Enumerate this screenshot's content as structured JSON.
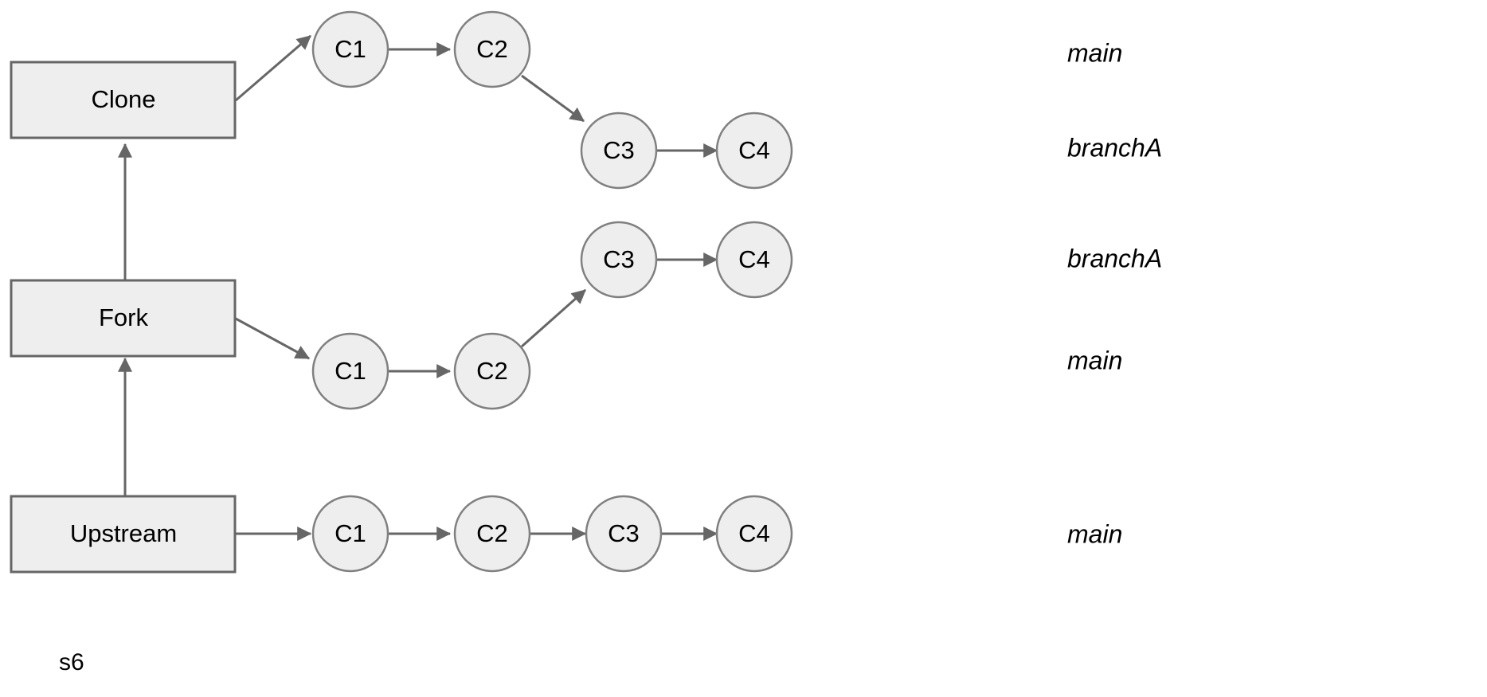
{
  "diagram": {
    "caption": "s6",
    "colors": {
      "node_fill": "#eeeeee",
      "node_stroke": "#666666",
      "circle_stroke": "#808080",
      "edge_stroke": "#666666",
      "text": "#000000",
      "background": "#ffffff"
    },
    "repos": [
      {
        "id": "clone",
        "label": "Clone"
      },
      {
        "id": "fork",
        "label": "Fork"
      },
      {
        "id": "upstream",
        "label": "Upstream"
      }
    ],
    "commits": {
      "clone_main": [
        {
          "id": "clone-c1",
          "label": "C1"
        },
        {
          "id": "clone-c2",
          "label": "C2"
        }
      ],
      "clone_branchA": [
        {
          "id": "clone-c3",
          "label": "C3"
        },
        {
          "id": "clone-c4",
          "label": "C4"
        }
      ],
      "fork_branchA": [
        {
          "id": "fork-c3",
          "label": "C3"
        },
        {
          "id": "fork-c4",
          "label": "C4"
        }
      ],
      "fork_main": [
        {
          "id": "fork-c1",
          "label": "C1"
        },
        {
          "id": "fork-c2",
          "label": "C2"
        }
      ],
      "upstream_main": [
        {
          "id": "upstream-c1",
          "label": "C1"
        },
        {
          "id": "upstream-c2",
          "label": "C2"
        },
        {
          "id": "upstream-c3",
          "label": "C3"
        },
        {
          "id": "upstream-c4",
          "label": "C4"
        }
      ]
    },
    "branch_labels": [
      {
        "id": "label-clone-main",
        "text": "main"
      },
      {
        "id": "label-clone-brancha",
        "text": "branchA"
      },
      {
        "id": "label-fork-brancha",
        "text": "branchA"
      },
      {
        "id": "label-fork-main",
        "text": "main"
      },
      {
        "id": "label-upstream-main",
        "text": "main"
      }
    ]
  }
}
